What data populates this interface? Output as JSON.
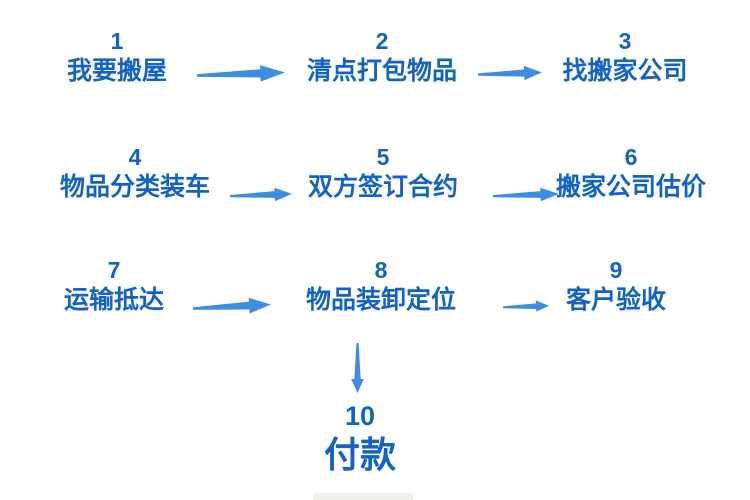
{
  "palette": {
    "text_blue": "#1363c6",
    "arrow_blue": "#3e8ee0"
  },
  "flow": {
    "steps": [
      {
        "num": "1",
        "label": "我要搬屋"
      },
      {
        "num": "2",
        "label": "清点打包物品"
      },
      {
        "num": "3",
        "label": "找搬家公司"
      },
      {
        "num": "4",
        "label": "物品分类装车"
      },
      {
        "num": "5",
        "label": "双方签订合约"
      },
      {
        "num": "6",
        "label": "搬家公司估价"
      },
      {
        "num": "7",
        "label": "运输抵达"
      },
      {
        "num": "8",
        "label": "物品装卸定位"
      },
      {
        "num": "9",
        "label": "客户验收"
      },
      {
        "num": "10",
        "label": "付款"
      }
    ]
  }
}
